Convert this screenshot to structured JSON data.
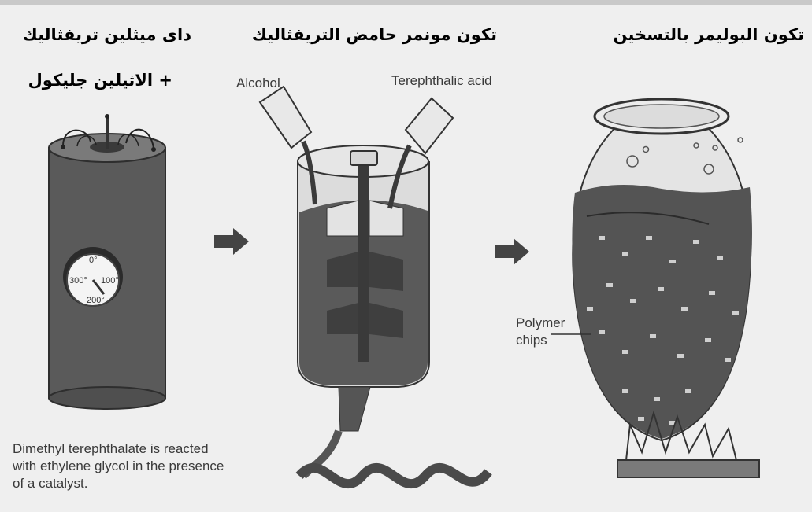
{
  "titles": {
    "left_line1": "داى ميثلين تريفثاليك",
    "left_line2": "+  الاثيلين جليكول",
    "middle": "تكون مونمر حامض التريفثاليك",
    "right": "تكون  البوليمر  بالتسخين"
  },
  "labels": {
    "alcohol": "Alcohol",
    "terephthalic_acid": "Terephthalic acid",
    "polymer_chips_line1": "Polymer",
    "polymer_chips_line2": "chips"
  },
  "gauge": {
    "top": "0°",
    "left": "300°",
    "right": "100°",
    "bottom": "200°"
  },
  "caption": {
    "line1": "Dimethyl terephthalate is reacted",
    "line2": "with ethylene glycol in the presence",
    "line3": "of a catalyst."
  },
  "icons": {
    "arrow1": "right-arrow-icon",
    "arrow2": "right-arrow-icon"
  },
  "colors": {
    "background": "#efefef",
    "liquid": "#555555",
    "outline": "#333333"
  }
}
